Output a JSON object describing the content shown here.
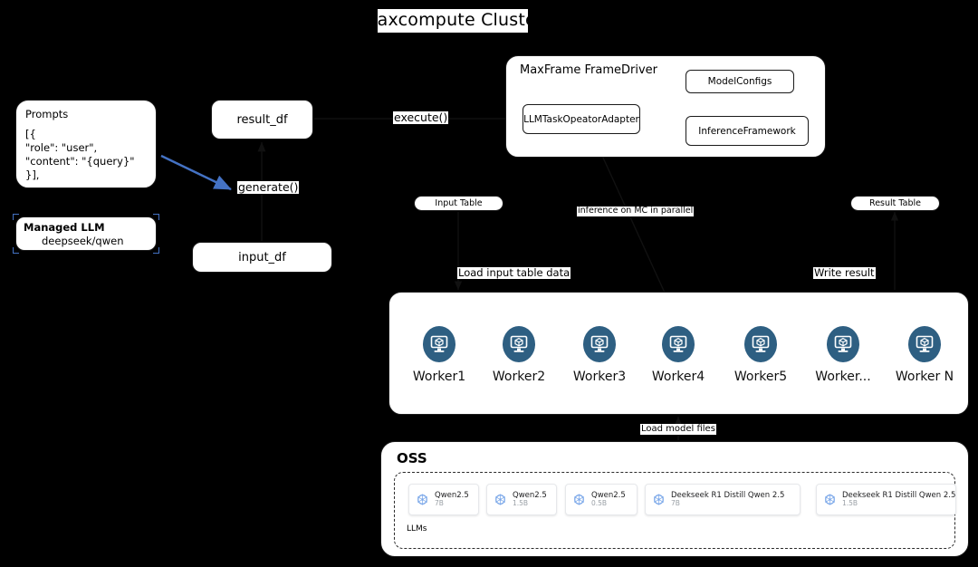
{
  "title": "Maxcompute Cluster",
  "left_panel": {
    "prompts": {
      "heading": "Prompts",
      "code": "[{\n\"role\": \"user\",\n\"content\": \"{query}\"\n}],"
    },
    "managed_llm": {
      "title": "Managed LLM",
      "subtitle": "deepseek/qwen"
    }
  },
  "dataframes": {
    "result_df": "result_df",
    "input_df": "input_df"
  },
  "frame_driver": {
    "title": "MaxFrame FrameDriver",
    "adapter": "LLMTaskOpeatorAdapter",
    "model_configs": "ModelConfigs",
    "inference_framework": "InferenceFramework"
  },
  "tables": {
    "input_table": "Input Table",
    "result_table": "Result Table"
  },
  "edge_labels": {
    "execute": "execute()",
    "generate": "generate()",
    "inference": "inference on MC in parallel",
    "load_input": "Load input table data",
    "write_result": "Write result",
    "load_model": "Load model files"
  },
  "workers": {
    "icon": "worker-computer-icon",
    "items": [
      {
        "label": "Worker1"
      },
      {
        "label": "Worker2"
      },
      {
        "label": "Worker3"
      },
      {
        "label": "Worker4"
      },
      {
        "label": "Worker5"
      },
      {
        "label": "Worker..."
      },
      {
        "label": "Worker N"
      }
    ]
  },
  "oss": {
    "title": "OSS",
    "group_label": "LLMs",
    "models": [
      {
        "name": "Qwen2.5",
        "size": "7B",
        "icon": "model-node-icon"
      },
      {
        "name": "Qwen2.5",
        "size": "1.5B",
        "icon": "model-node-icon"
      },
      {
        "name": "Qwen2.5",
        "size": "0.5B",
        "icon": "model-node-icon"
      },
      {
        "name": "Deekseek R1 Distill Qwen 2.5",
        "size": "7B",
        "icon": "model-node-icon"
      },
      {
        "name": "Deekseek R1 Distill Qwen 2.5",
        "size": "1.5B",
        "icon": "model-node-icon"
      }
    ]
  },
  "colors": {
    "background": "#000000",
    "surface": "#ffffff",
    "stroke": "#1a1a1a",
    "worker_icon": "#2e5f82",
    "selection_handle": "#4472c4",
    "prompt_arrow": "#4472c4",
    "model_icon": "#7aa7e9",
    "muted_text": "#9aa0a6"
  }
}
